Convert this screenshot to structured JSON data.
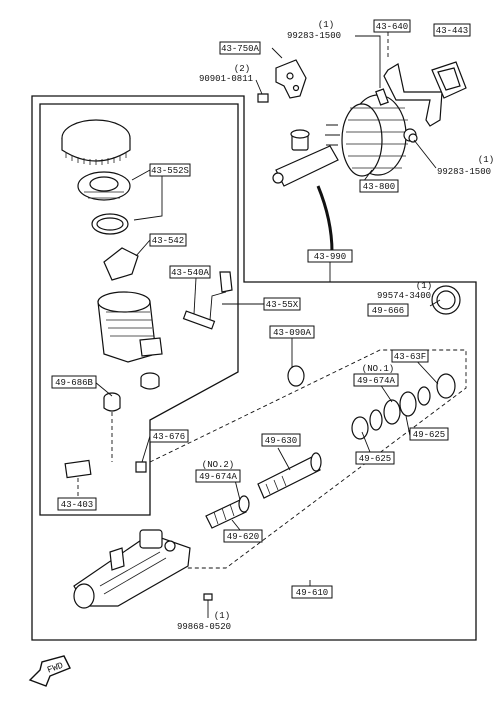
{
  "header": {
    "corner_text": ""
  },
  "callouts": {
    "c43_640": "43-640",
    "c43_443": "43-443",
    "c43_750a": "43-750A",
    "c43_552s": "43-552S",
    "c43_542": "43-542",
    "c43_540a": "43-540A",
    "c43_55x": "43-55X",
    "c43_990": "43-990",
    "c43_800": "43-800",
    "c49_686b": "49-686B",
    "c43_403": "43-403",
    "c43_676": "43-676",
    "c43_090a": "43-090A",
    "c49_666": "49-666",
    "c43_63f": "43-63F",
    "c49_674a_1": "49-674A",
    "c49_674a_2": "49-674A",
    "c49_630": "49-630",
    "c49_625_a": "49-625",
    "c49_625_b": "49-625",
    "c49_620": "49-620",
    "c49_610": "49-610"
  },
  "plain_labels": {
    "p99283_top_qty": "(1)",
    "p99283_top": "99283-1500",
    "p90901_qty": "(2)",
    "p90901": "90901-0811",
    "p99283_right_qty": "(1)",
    "p99283_right": "99283-1500",
    "p99574_qty": "(1)",
    "p99574": "99574-3400",
    "no1": "(NO.1)",
    "no2": "(NO.2)",
    "p99868_qty": "(1)",
    "p99868": "99868-0520",
    "fwd": "FWD"
  },
  "colors": {
    "ink": "#111111",
    "paper": "#ffffff"
  }
}
